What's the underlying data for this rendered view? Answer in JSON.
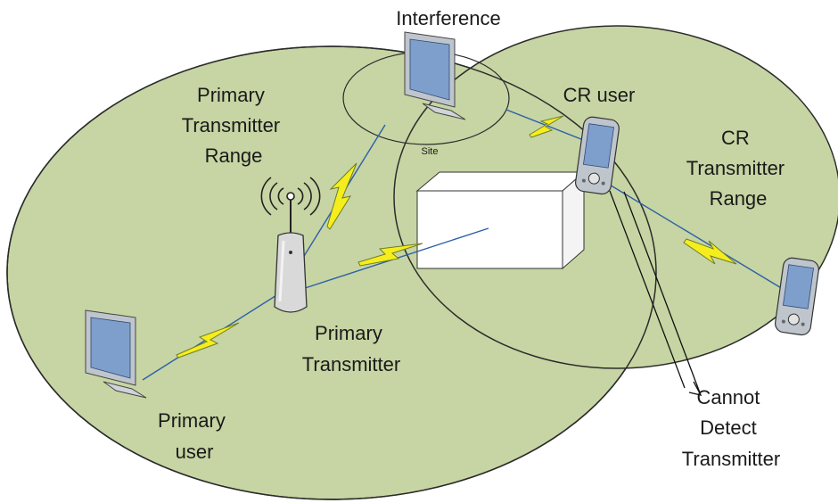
{
  "labels": {
    "interference": "Interference",
    "site": "Site",
    "primary_range": [
      "Primary",
      "Transmitter",
      "Range"
    ],
    "cr_user": "CR user",
    "cr_range": [
      "CR",
      "Transmitter",
      "Range"
    ],
    "primary_transmitter": [
      "Primary",
      "Transmitter"
    ],
    "primary_user": [
      "Primary",
      "user"
    ],
    "cannot_detect": [
      "Cannot",
      "Detect",
      "Transmitter"
    ]
  },
  "colors": {
    "range_fill": "#c6d5a3",
    "range_stroke": "#2b2b2b",
    "link_line": "#2e5fa8",
    "lightning_fill": "#f5ee1c",
    "lightning_stroke": "#6f7d2a",
    "monitor_frame": "#bfc5cc",
    "screen": "#7e9fcc",
    "obstacle_fill": "#ffffff"
  },
  "icons": [
    "monitor-icon",
    "pda-icon",
    "antenna-tower-icon",
    "radio-waves-icon",
    "lightning-bolt-icon",
    "obstacle-box"
  ]
}
